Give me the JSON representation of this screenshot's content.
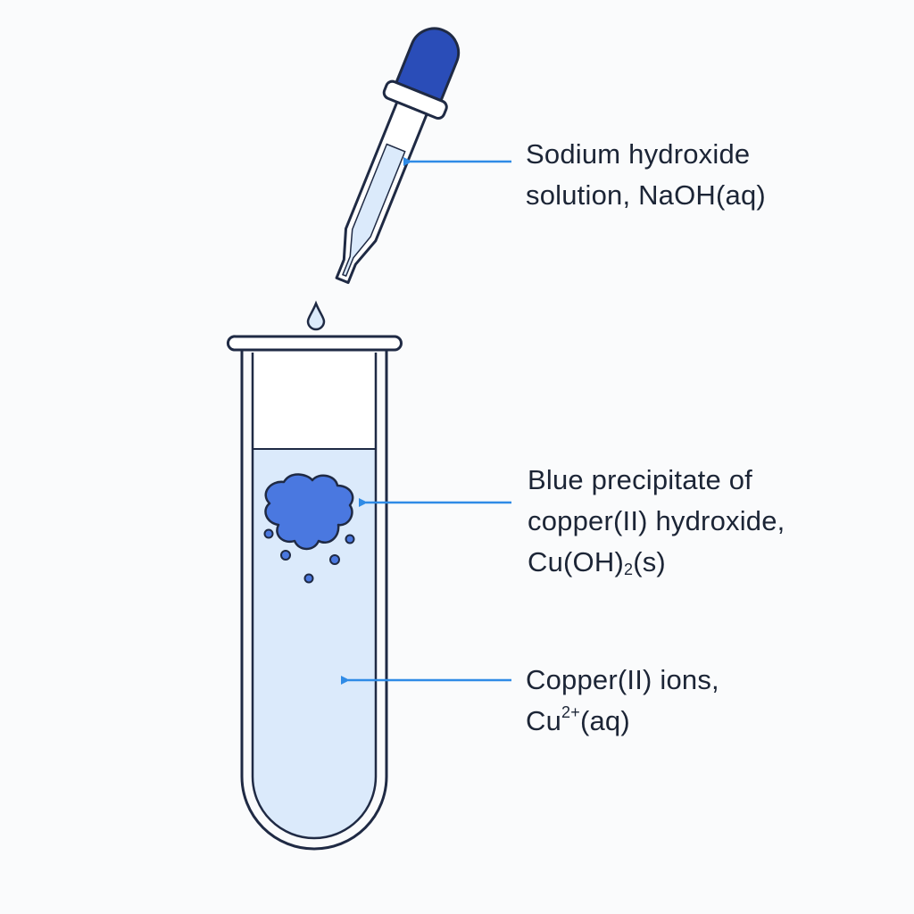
{
  "labels": {
    "reagent": {
      "line1": "Sodium hydroxide",
      "line2": "solution, NaOH(aq)"
    },
    "precipitate": {
      "line1": "Blue precipitate of",
      "line2": "copper(II) hydroxide,",
      "line3_prefix": "Cu(OH)",
      "line3_sub": "2",
      "line3_suffix": "(s)"
    },
    "ions": {
      "line1": "Copper(II) ions,",
      "line2_prefix": "Cu",
      "line2_sup": "2+",
      "line2_suffix": "(aq)"
    }
  },
  "colors": {
    "outline": "#1f2a44",
    "bulb": "#2a4db8",
    "arrow": "#2f8be6",
    "solution": "#dbeafb",
    "precipitate": "#4a78e0",
    "glass": "#ffffff"
  }
}
